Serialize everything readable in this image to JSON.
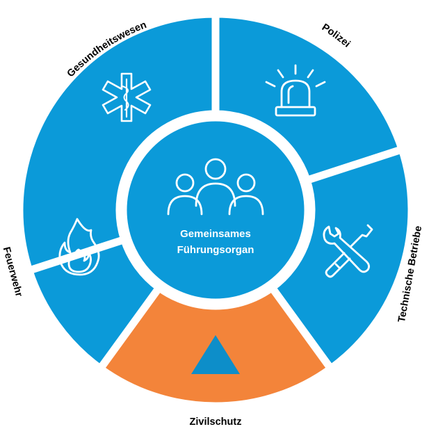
{
  "colors": {
    "segment_blue": "#0b9ad9",
    "segment_orange": "#f3843a",
    "triangle_blue": "#0d8ec9",
    "gap": "#ffffff",
    "icon": "#ffffff",
    "label_text": "#000000"
  },
  "center": {
    "title_line1": "Gemeinsames",
    "title_line2": "Führungsorgan",
    "icon": "people-group-icon"
  },
  "segments": [
    {
      "id": "gesundheitswesen",
      "label": "Gesundheitswesen",
      "icon": "star-of-life-icon",
      "color": "blue"
    },
    {
      "id": "polizei",
      "label": "Polizei",
      "icon": "police-siren-icon",
      "color": "blue"
    },
    {
      "id": "technische-betriebe",
      "label": "Technische Betriebe",
      "icon": "tools-icon",
      "color": "blue"
    },
    {
      "id": "zivilschutz",
      "label": "Zivilschutz",
      "icon": "triangle-icon",
      "color": "orange"
    },
    {
      "id": "feuerwehr",
      "label": "Feuerwehr",
      "icon": "flame-icon",
      "color": "blue"
    }
  ]
}
